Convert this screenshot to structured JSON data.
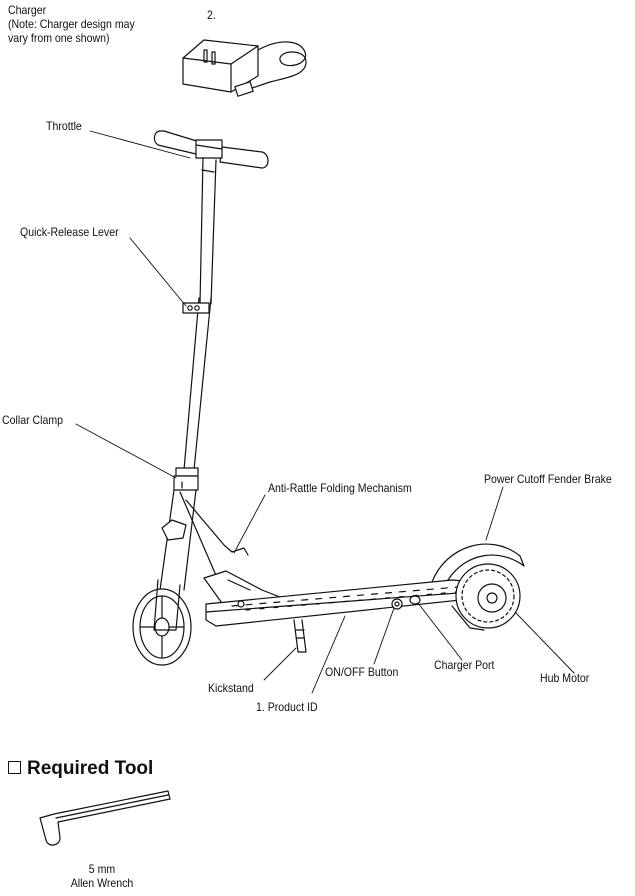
{
  "labels": {
    "charger": "Charger",
    "charger_note_1": "(Note: Charger design may",
    "charger_note_2": "vary from one shown)",
    "charger_number": "2.",
    "throttle": "Throttle",
    "quick_release": "Quick-Release Lever",
    "collar_clamp": "Collar Clamp",
    "anti_rattle": "Anti-Rattle Folding Mechanism",
    "fender_brake": "Power Cutoff Fender Brake",
    "kickstand": "Kickstand",
    "product_id": "1. Product ID",
    "on_off": "ON/OFF Button",
    "charger_port": "Charger Port",
    "hub_motor": "Hub Motor"
  },
  "tool_section": {
    "heading": "Required Tool",
    "tool_size": "5 mm",
    "tool_name": "Allen Wrench"
  },
  "colors": {
    "line": "#111111",
    "background": "#ffffff"
  }
}
